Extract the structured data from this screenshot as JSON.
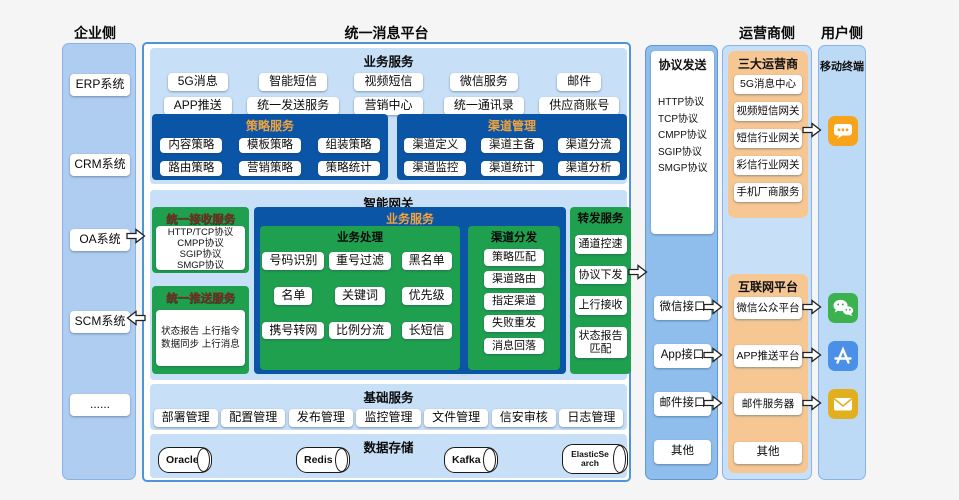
{
  "headers": {
    "enterprise": "企业侧",
    "platform_title": "统一消息平台",
    "operator": "运营商侧",
    "user": "用户侧"
  },
  "enterprise": {
    "items": [
      "ERP系统",
      "CRM系统",
      "OA系统",
      "SCM系统",
      "......"
    ]
  },
  "platform": {
    "business": {
      "title": "业务服务",
      "row1": [
        "5G消息",
        "智能短信",
        "视频短信",
        "微信服务",
        "邮件"
      ],
      "row2": [
        "APP推送",
        "统一发送服务",
        "营销中心",
        "统一通讯录",
        "供应商账号"
      ]
    },
    "strategy": {
      "title": "策略服务",
      "items": [
        "内容策略",
        "模板策略",
        "组装策略",
        "路由策略",
        "营销策略",
        "策略统计"
      ]
    },
    "channel": {
      "title": "渠道管理",
      "items": [
        "渠道定义",
        "渠道主备",
        "渠道分流",
        "渠道监控",
        "渠道统计",
        "渠道分析"
      ]
    },
    "gateway": {
      "title": "智能网关",
      "receive": {
        "title": "统一接收服务",
        "lines": [
          "HTTP/TCP协议",
          "CMPP协议",
          "SGIP协议",
          "SMGP协议"
        ]
      },
      "push": {
        "title": "统一推送服务",
        "lines": [
          "状态报告 上行指令",
          "数据同步 上行消息"
        ]
      },
      "biz": {
        "title": "业务服务",
        "process": {
          "title": "业务处理",
          "items": [
            "号码识别",
            "重号过滤",
            "黑名单",
            "名单",
            "关键词",
            "优先级",
            "携号转网",
            "比例分流",
            "长短信"
          ]
        },
        "dispatch": {
          "title": "渠道分发",
          "items": [
            "策略匹配",
            "渠道路由",
            "指定渠道",
            "失败重发",
            "消息回落"
          ]
        }
      },
      "forward": {
        "title": "转发服务",
        "items": [
          "通道控速",
          "协议下发",
          "上行接收",
          "状态报告匹配"
        ]
      }
    },
    "base": {
      "title": "基础服务",
      "items": [
        "部署管理",
        "配置管理",
        "发布管理",
        "监控管理",
        "文件管理",
        "信安审核",
        "日志管理"
      ]
    },
    "storage": {
      "title": "数据存储",
      "items": [
        "Oracle",
        "Redis",
        "Kafka",
        "ElasticSearch"
      ]
    }
  },
  "protocol": {
    "title": "协议发送",
    "list": [
      "HTTP协议",
      "TCP协议",
      "CMPP协议",
      "SGIP协议",
      "SMGP协议"
    ],
    "interfaces": [
      "微信接口",
      "App接口",
      "邮件接口",
      "其他"
    ]
  },
  "operator": {
    "carriers": {
      "title": "三大运营商",
      "items": [
        "5G消息中心",
        "视频短信网关",
        "短信行业网关",
        "彩信行业网关",
        "手机厂商服务"
      ]
    },
    "internet": {
      "title": "互联网平台",
      "items": [
        "微信公众平台",
        "APP推送平台",
        "邮件服务器",
        "其他"
      ]
    }
  },
  "user": {
    "title": "移动终端",
    "icons": [
      "sms-icon",
      "wechat-icon",
      "appstore-icon",
      "mail-icon"
    ]
  },
  "colors": {
    "dark_blue": "#0b55a6",
    "green": "#1fa04e",
    "panel_blue": "#c7dff7",
    "column_blue": "#aecdf1",
    "protocol_blue": "#8fbeed",
    "orange_box": "#f6c793",
    "title_orange": "#f2a33c",
    "title_maroon": "#7a2f24",
    "platform_border": "#4f93d8",
    "icon_sms": "#f7a41d",
    "icon_wechat": "#3bb24f",
    "icon_appstore": "#4a8fe8",
    "icon_mail": "#e2b01f"
  }
}
